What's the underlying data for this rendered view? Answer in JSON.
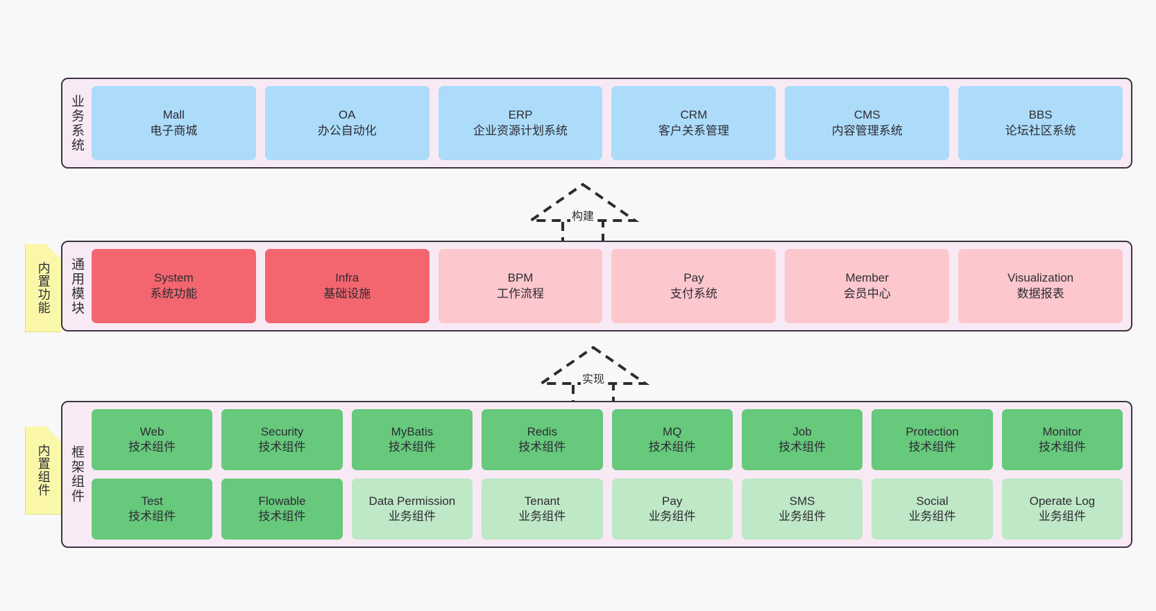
{
  "layers": [
    {
      "id": "business-systems",
      "label": "业务系统",
      "rows": [
        [
          {
            "title": "Mall",
            "sub": "电子商城",
            "color": "c-blue"
          },
          {
            "title": "OA",
            "sub": "办公自动化",
            "color": "c-blue"
          },
          {
            "title": "ERP",
            "sub": "企业资源计划系统",
            "color": "c-blue"
          },
          {
            "title": "CRM",
            "sub": "客户关系管理",
            "color": "c-blue"
          },
          {
            "title": "CMS",
            "sub": "内容管理系统",
            "color": "c-blue"
          },
          {
            "title": "BBS",
            "sub": "论坛社区系统",
            "color": "c-blue"
          }
        ]
      ]
    },
    {
      "id": "common-modules",
      "label": "通用模块",
      "note": "内置功能",
      "rows": [
        [
          {
            "title": "System",
            "sub": "系统功能",
            "color": "c-red"
          },
          {
            "title": "Infra",
            "sub": "基础设施",
            "color": "c-red"
          },
          {
            "title": "BPM",
            "sub": "工作流程",
            "color": "c-pink"
          },
          {
            "title": "Pay",
            "sub": "支付系统",
            "color": "c-pink"
          },
          {
            "title": "Member",
            "sub": "会员中心",
            "color": "c-pink"
          },
          {
            "title": "Visualization",
            "sub": "数据报表",
            "color": "c-pink"
          }
        ]
      ]
    },
    {
      "id": "framework-components",
      "label": "框架组件",
      "note": "内置组件",
      "rows": [
        [
          {
            "title": "Web",
            "sub": "技术组件",
            "color": "c-green"
          },
          {
            "title": "Security",
            "sub": "技术组件",
            "color": "c-green"
          },
          {
            "title": "MyBatis",
            "sub": "技术组件",
            "color": "c-green"
          },
          {
            "title": "Redis",
            "sub": "技术组件",
            "color": "c-green"
          },
          {
            "title": "MQ",
            "sub": "技术组件",
            "color": "c-green"
          },
          {
            "title": "Job",
            "sub": "技术组件",
            "color": "c-green"
          },
          {
            "title": "Protection",
            "sub": "技术组件",
            "color": "c-green"
          },
          {
            "title": "Monitor",
            "sub": "技术组件",
            "color": "c-green"
          }
        ],
        [
          {
            "title": "Test",
            "sub": "技术组件",
            "color": "c-green"
          },
          {
            "title": "Flowable",
            "sub": "技术组件",
            "color": "c-green"
          },
          {
            "title": "Data Permission",
            "sub": "业务组件",
            "color": "c-greenlite",
            "wrap": true
          },
          {
            "title": "Tenant",
            "sub": "业务组件",
            "color": "c-greenlite"
          },
          {
            "title": "Pay",
            "sub": "业务组件",
            "color": "c-greenlite"
          },
          {
            "title": "SMS",
            "sub": "业务组件",
            "color": "c-greenlite"
          },
          {
            "title": "Social",
            "sub": "业务组件",
            "color": "c-greenlite"
          },
          {
            "title": "Operate Log",
            "sub": "业务组件",
            "color": "c-greenlite"
          }
        ]
      ]
    }
  ],
  "connectors": [
    {
      "id": "build",
      "label": "构建"
    },
    {
      "id": "implement",
      "label": "实现"
    }
  ],
  "colors": {
    "panel_background": "#F8EAF4",
    "panel_border": "#3A3440",
    "blue": "#ACDCFA",
    "red": "#F4666F",
    "pink": "#FCC7CD",
    "green": "#66C97C",
    "green_light": "#BFE8C6",
    "note_yellow": "#FAF8A8",
    "canvas": "#F8F8F8"
  }
}
